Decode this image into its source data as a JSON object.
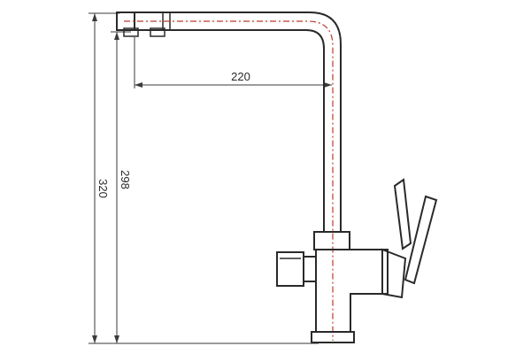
{
  "dimensions": {
    "spout_reach": "220",
    "spout_height": "298",
    "total_height": "320"
  },
  "colors": {
    "outline": "#2a2a2a",
    "centerline": "#c0392b",
    "dimension": "#3a3a3a"
  }
}
